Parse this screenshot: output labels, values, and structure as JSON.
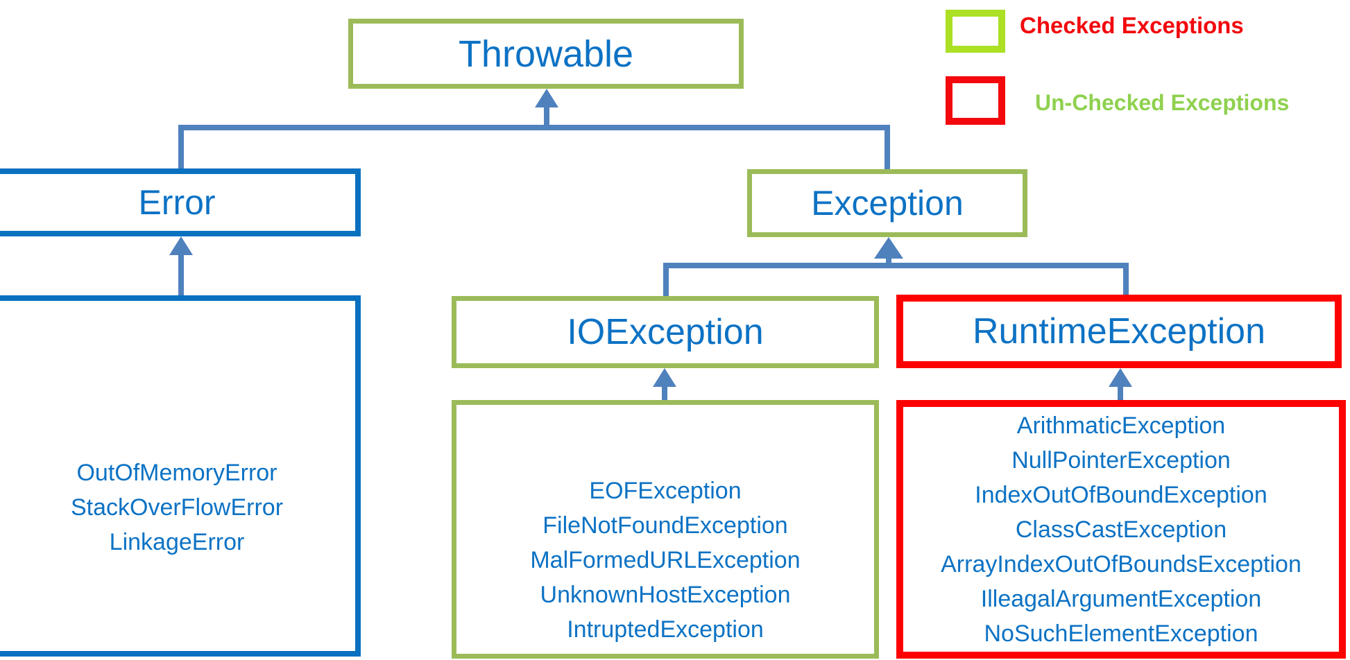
{
  "colors": {
    "node_text": "#0C72C4",
    "connector": "#4F81BD",
    "green_border": "#9BBB59",
    "blue_border": "#0A70C0",
    "red_border": "#FF0000",
    "legend_green": "#ABE024",
    "legend_red": "#F2080D",
    "checked_label_color": "#F2080D",
    "unchecked_label_color": "#8FD14F"
  },
  "legend": {
    "checked_label": "Checked Exceptions",
    "unchecked_label": "Un-Checked Exceptions"
  },
  "nodes": {
    "throwable": "Throwable",
    "error": "Error",
    "exception": "Exception",
    "io_exception": "IOException",
    "runtime_exception": "RuntimeException"
  },
  "error_children": [
    "OutOfMemoryError",
    "StackOverFlowError",
    "LinkageError"
  ],
  "io_children": [
    "EOFException",
    "FileNotFoundException",
    "MalFormedURLException",
    "UnknownHostException",
    "IntruptedException"
  ],
  "runtime_children": [
    "ArithmaticException",
    "NullPointerException",
    "IndexOutOfBoundException",
    "ClassCastException",
    "ArrayIndexOutOfBoundsException",
    "IlleagalArgumentException",
    "NoSuchElementException"
  ]
}
